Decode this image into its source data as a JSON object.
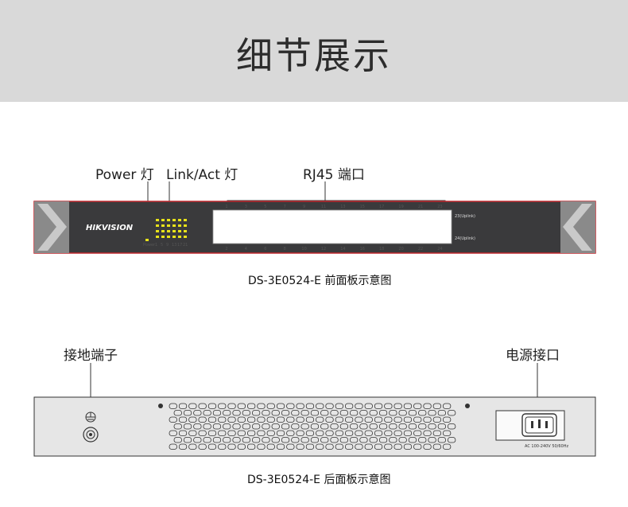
{
  "banner": {
    "title": "细节展示"
  },
  "front": {
    "labels": {
      "power_led": "Power 灯",
      "link_act_led": "Link/Act 灯",
      "rj45_ports": "RJ45 端口"
    },
    "brand_logo": "HIKVISION",
    "port_numbers_top": [
      "1",
      "3",
      "5",
      "7",
      "9",
      "11",
      "13",
      "15",
      "17",
      "19",
      "21",
      "23"
    ],
    "port_numbers_bottom": [
      "2",
      "4",
      "6",
      "8",
      "10",
      "12",
      "14",
      "16",
      "18",
      "20",
      "22",
      "24"
    ],
    "uplink_top": "23(Uplink)",
    "uplink_bottom": "24(Uplink)",
    "power_small": "Power",
    "led_column_numbers": [
      "1",
      "5",
      "9",
      "13",
      "17",
      "21"
    ],
    "caption": "DS-3E0524-E 前面板示意图",
    "colors": {
      "panel": "#3a3a3c",
      "accent": "#c0272d",
      "led": "#e8e21a",
      "port_block": "#ffffff"
    }
  },
  "rear": {
    "labels": {
      "ground": "接地端子",
      "power_port": "电源接口"
    },
    "power_rating": "AC 100-240V 50/60Hz",
    "caption": "DS-3E0524-E 后面板示意图",
    "colors": {
      "panel": "#e6e6e6",
      "outline": "#333333"
    }
  }
}
